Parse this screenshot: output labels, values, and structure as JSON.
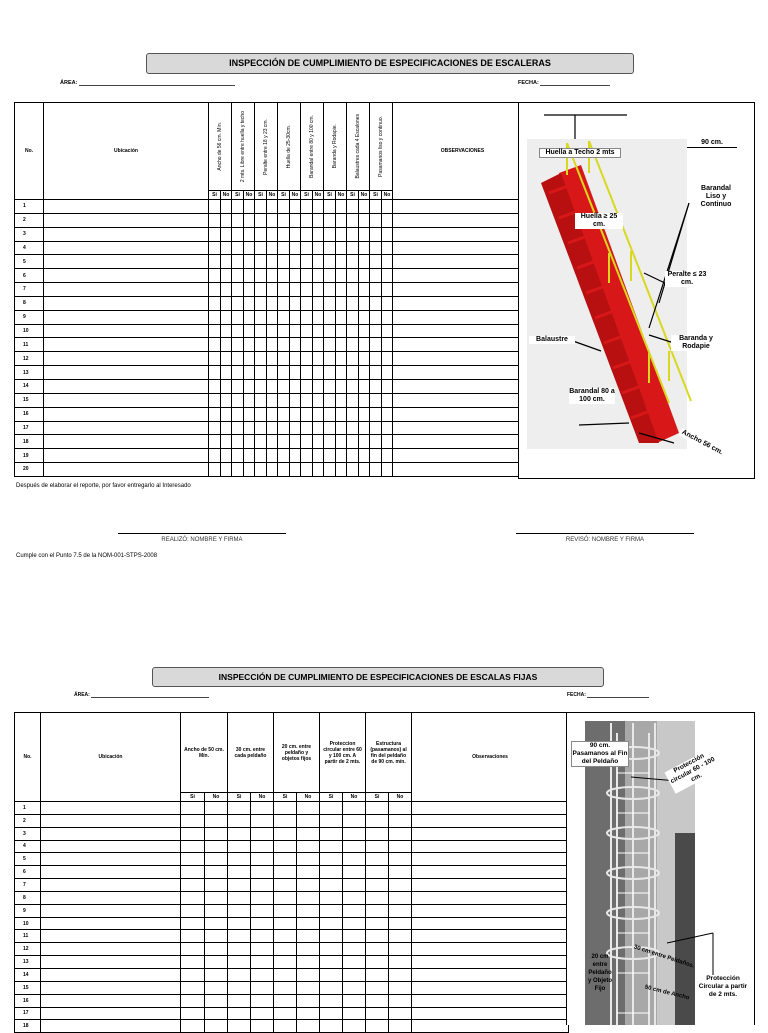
{
  "section1": {
    "title": "INSPECCIÓN DE CUMPLIMIENTO DE ESPECIFICACIONES DE ESCALERAS",
    "area_label": "ÁREA:",
    "fecha_label": "FECHA:",
    "headers": {
      "no": "No.",
      "ubicacion": "Ubicación",
      "observaciones": "OBSERVACIONES",
      "criteria": [
        "Ancho de 56 cm. Mín.",
        "2 mts. Libre  entre huella y techo",
        "Peralte entre 18 y 23 cm.",
        "Huella de 25-30cm.",
        "Barandal entre 80 y 100 cm.",
        "Baranda y Rodapie.",
        "Balaustres cada 4 Escalones",
        "Pasamanos liso y continuo."
      ],
      "si": "Si",
      "no_opt": "No"
    },
    "rows": [
      "1",
      "2",
      "3",
      "4",
      "5",
      "6",
      "7",
      "8",
      "9",
      "10",
      "11",
      "12",
      "13",
      "14",
      "15",
      "16",
      "17",
      "18",
      "19",
      "20"
    ],
    "image_labels": {
      "huella_techo": "Huella a Techo 2 mts",
      "cm90": "90 cm.",
      "barandal_liso": "Barandal Liso y Continuo",
      "huella": "Huella ≥ 25 cm.",
      "peralte": "Peralte ≤ 23 cm.",
      "balaustre": "Balaustre",
      "baranda_rodapie": "Baranda y Rodapie",
      "barandal_80": "Barandal 80 a 100 cm.",
      "ancho_56": "Ancho 56 cm."
    },
    "note": "Después de elaborar el reporte, por favor entregarlo al Interesado",
    "realizo": "REALIZÓ: NOMBRE Y FIRMA",
    "reviso": "REVISÓ: NOMBRE Y FIRMA",
    "nom": "Cumple con el Punto 7.5 de la NOM-001-STPS-2008"
  },
  "section2": {
    "title": "INSPECCIÓN DE CUMPLIMIENTO DE ESPECIFICACIONES DE ESCALAS FIJAS",
    "area_label": "ÁREA:",
    "fecha_label": "FECHA:",
    "headers": {
      "no": "No.",
      "ubicacion": "Ubicación",
      "observaciones": "Observaciones",
      "criteria": [
        "Ancho de 50 cm. Mín.",
        "30 cm. entre cada peldaño",
        "20 cm. entre peldaño y objetos fijos",
        "Proteccion circular entre 60 y 100 cm. A partir de 2 mts.",
        "Estructura (pasamanos) al fin del peldaño de 90 cm. mín."
      ],
      "si": "Si",
      "no_opt": "No"
    },
    "rows": [
      "1",
      "2",
      "3",
      "4",
      "5",
      "6",
      "7",
      "8",
      "9",
      "10",
      "11",
      "12",
      "13",
      "14",
      "15",
      "16",
      "17",
      "18"
    ],
    "image_labels": {
      "pasamanos": "90 cm. Pasamanos al Fin del Peldaño",
      "proteccion_circular": "Protección circular 60 - 100 cm.",
      "entre_peldanos": "30 cm entre Peldaños.",
      "entre_peldano_objeto": "20 cm entre Peldaño y Objeto Fijo",
      "proteccion_2mts": "Protección Circular a partir de 2 mts.",
      "ancho_50": "50 cm de Ancho"
    }
  },
  "colors": {
    "title_bg": "#d9d9d9",
    "stair_red": "#d81818",
    "rail_yellow": "#d8d820"
  }
}
